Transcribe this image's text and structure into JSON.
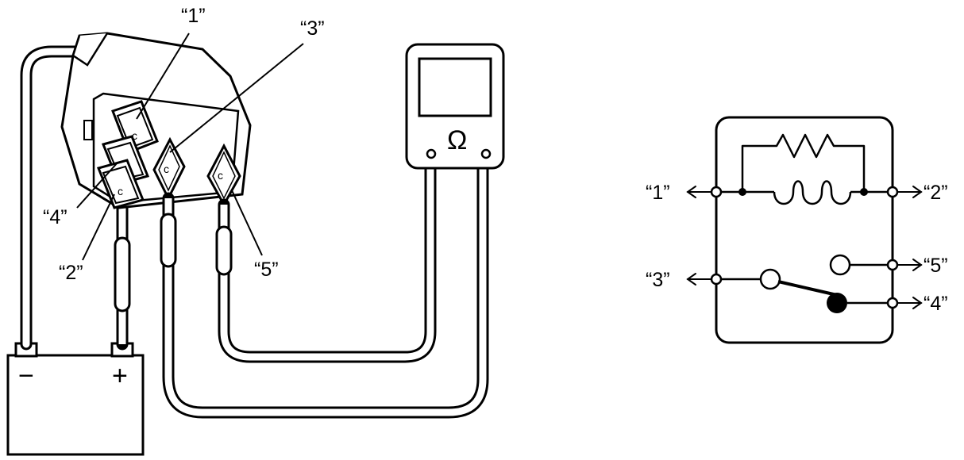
{
  "relay_terminals": {
    "t1": "“1”",
    "t2": "“2”",
    "t3": "“3”",
    "t4": "“4”",
    "t5": "“5”"
  },
  "battery": {
    "negative_symbol": "−",
    "positive_symbol": "+"
  },
  "ohmmeter": {
    "unit_symbol": "Ω"
  },
  "schematic_terminals": {
    "t1": "“1”",
    "t2": "“2”",
    "t3": "“3”",
    "t4": "“4”",
    "t5": "“5”"
  },
  "colors": {
    "line": "#000000",
    "background": "#ffffff"
  }
}
